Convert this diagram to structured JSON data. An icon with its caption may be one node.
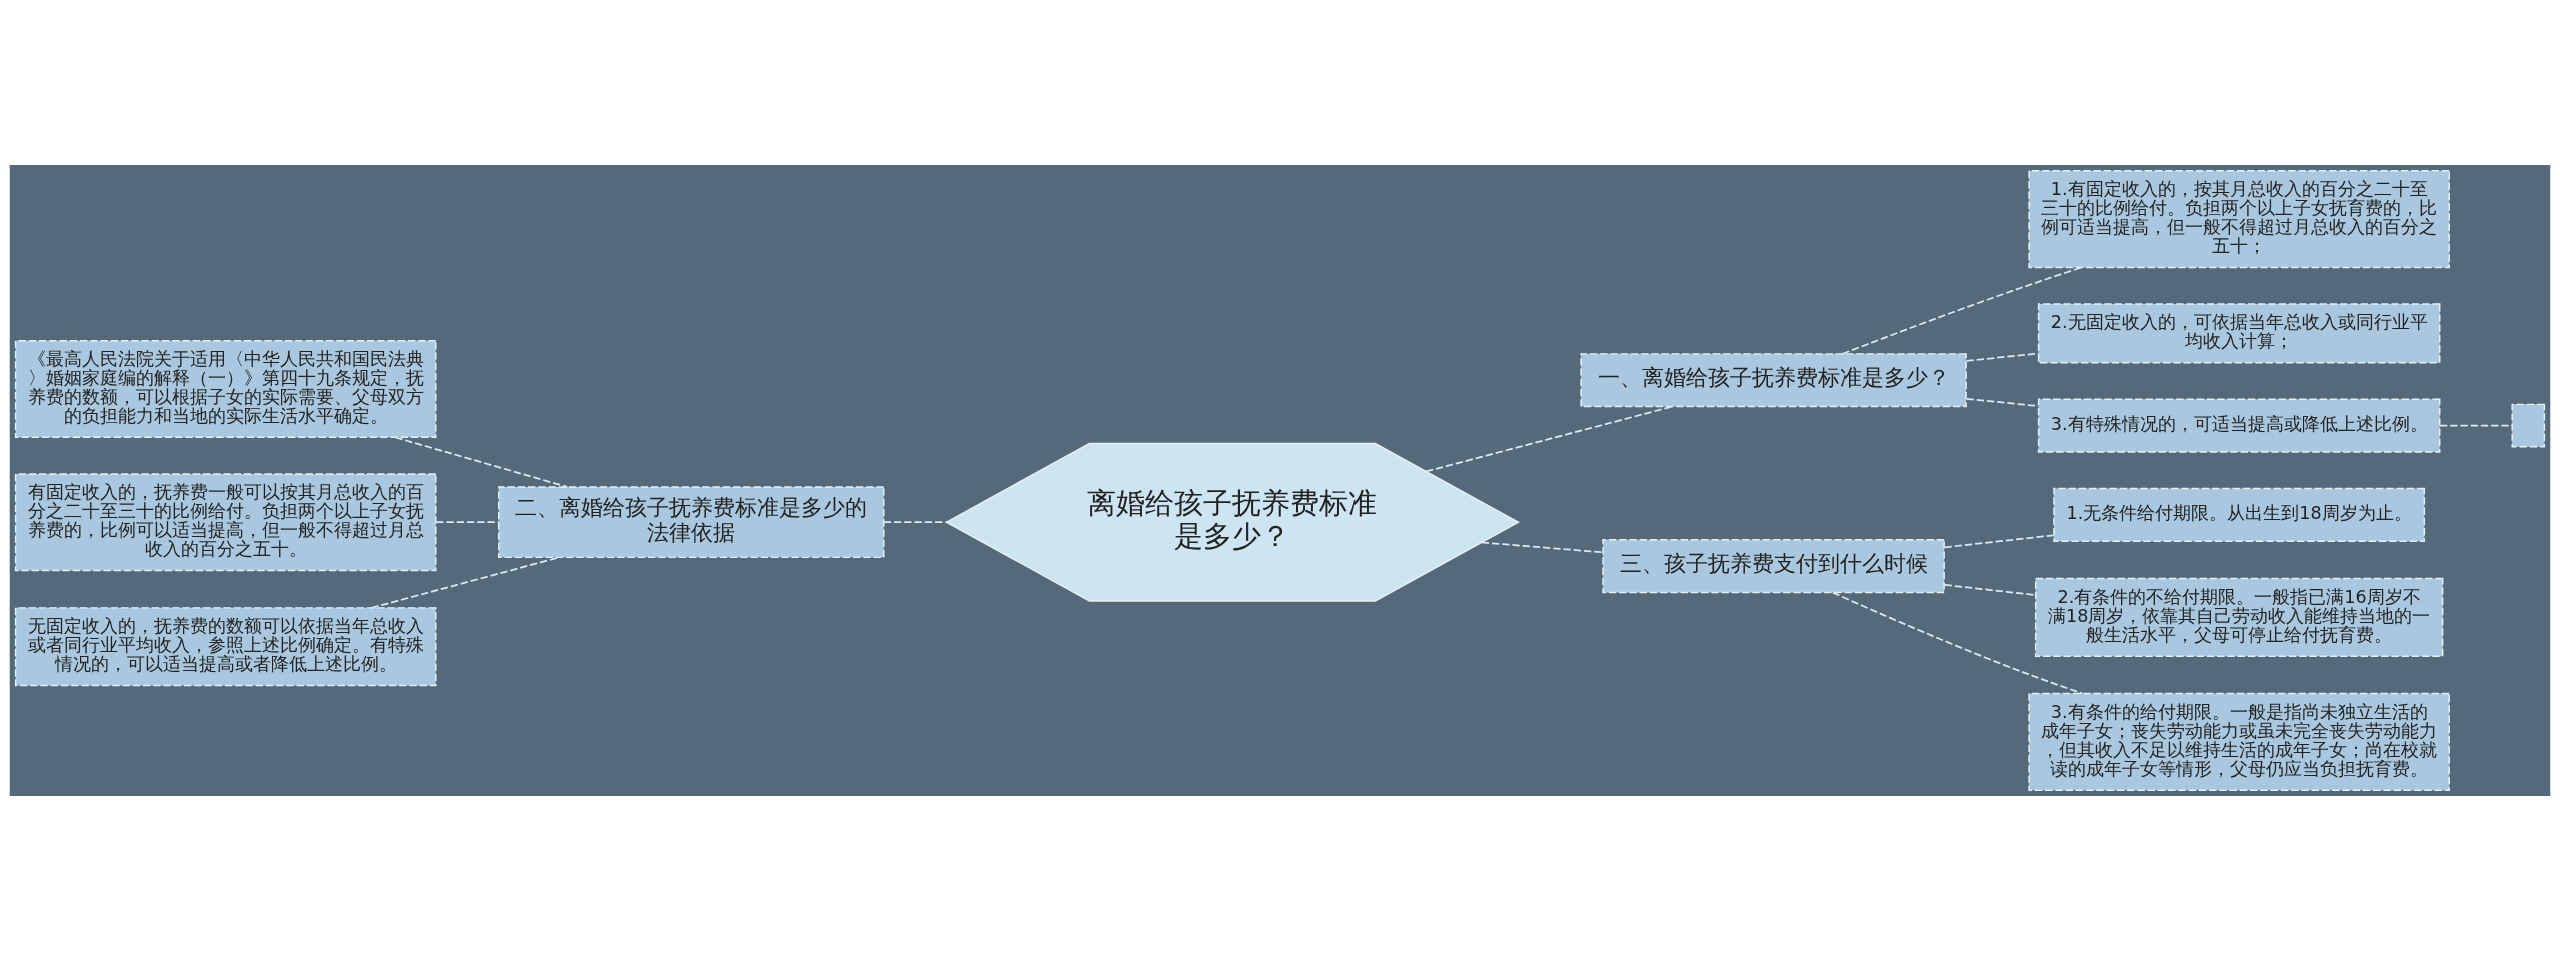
{
  "diagram": {
    "nodes": [
      {
        "text": [
          "离婚给孩子抚养费标准是多少？"
        ]
      },
      {
        "text": [
          "一、离婚给孩子抚养费标准是多少？"
        ]
      },
      {
        "text": [
          "1.有固定收入的，按其月总收入的百分之二十至三十的比例给付。负担两个以上子女抚育费的，比例可适当提高，但一般不得超过月总收入的百分之五十；"
        ]
      },
      {
        "text": [
          "2.无固定收入的，可依据当年总收入或同行业平均收入计算；"
        ]
      },
      {
        "text": [
          "3.有特殊情况的，可适当提高或降低上述比例。"
        ]
      },
      {
        "text": [],
        "shape": "box"
      },
      {
        "text": [
          "三、孩子抚养费支付到什么时候"
        ]
      },
      {
        "text": [
          "1.无条件给付期限。从出生到18周岁为止。"
        ]
      },
      {
        "text": [
          "2.有条件的不给付期限。一般指已满16周岁不满18周岁，依靠其自己劳动收入能维持当地的一般生活水平，父母可停止给付抚育费。"
        ]
      },
      {
        "text": [
          "3.有条件的给付期限。一般是指尚未独立生活的成年子女；丧失劳动能力或虽未完全丧失劳动能力，但其收入不足以维持生活的成年子女；尚在校就读的成年子女等情形，父母仍应当负担抚育费。"
        ]
      },
      {
        "text": [
          "二、离婚给孩子抚养费标准是多少的法律依据"
        ]
      },
      {
        "text": [
          "《最高人民法院关于适用〈中华人民共和国民法典〉婚姻家庭编的解释（一）》第四十九条规定，抚养费的数额，可以根据子女的实际需要、父母双方的负担能力和当地的实际生活水平确定。"
        ]
      },
      {
        "text": [
          "有固定收入的，抚养费一般可以按其月总收入的百分之二十至三十的比例给付。负担两个以上子女抚养费的，比例可以适当提高，但一般不得超过月总收入的百分之五十。"
        ]
      },
      {
        "text": [
          "无固定收入的，抚养费的数额可以依据当年总收入或者同行业平均收入，参照上述比例确定。有特殊情况的，可以适当提高或者降低上述比例。"
        ]
      }
    ],
    "edges": [
      {
        "from": 0,
        "to": 1,
        "arrow": "none",
        "style": "dashed"
      },
      {
        "from": 1,
        "to": 2,
        "arrow": "none",
        "style": "dashed"
      },
      {
        "from": 1,
        "to": 3,
        "arrow": "none",
        "style": "dashed"
      },
      {
        "from": 1,
        "to": 4,
        "arrow": "none",
        "style": "dashed"
      },
      {
        "from": 4,
        "to": 5,
        "arrow": "none",
        "style": "dashed"
      },
      {
        "from": 0,
        "to": 6,
        "arrow": "none",
        "style": "dashed"
      },
      {
        "from": 6,
        "to": 7,
        "arrow": "none",
        "style": "dashed"
      },
      {
        "from": 6,
        "to": 8,
        "arrow": "none",
        "style": "dashed"
      },
      {
        "from": 6,
        "to": 9,
        "arrow": "none",
        "style": "dashed"
      },
      {
        "from": 0,
        "to": 10,
        "arrow": "none",
        "style": "dashed"
      },
      {
        "from": 10,
        "to": 11,
        "arrow": "none",
        "style": "dashed"
      },
      {
        "from": 10,
        "to": 12,
        "arrow": "none",
        "style": "dashed"
      },
      {
        "from": 10,
        "to": 13,
        "arrow": "none",
        "style": "dashed"
      }
    ]
  }
}
